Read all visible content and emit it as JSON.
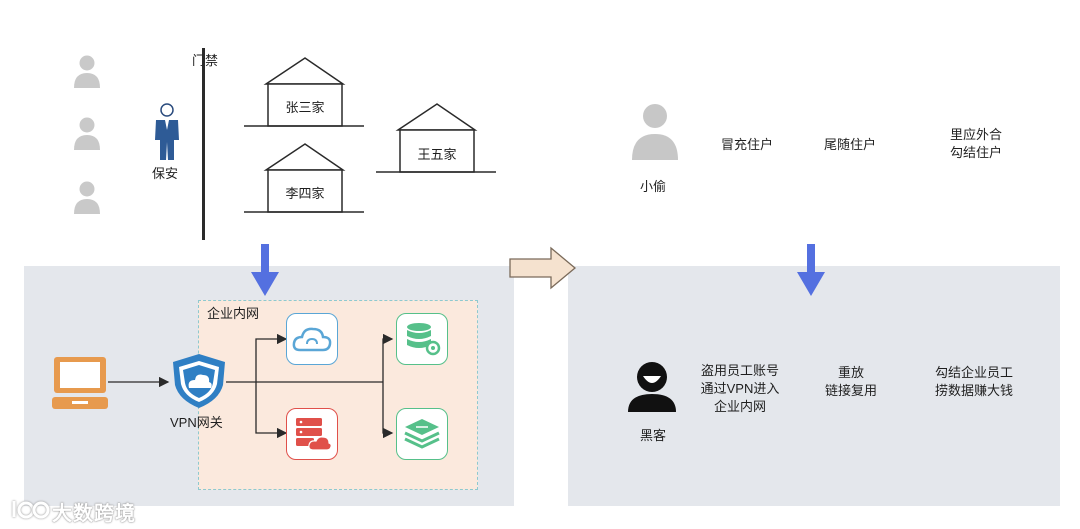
{
  "top": {
    "gate_label": "门禁",
    "guard_label": "保安",
    "houses": [
      "张三家",
      "李四家",
      "王五家"
    ],
    "thief_label": "小偷",
    "methods": [
      "冒充住户",
      "尾随住户",
      "里应外合\n勾结住户"
    ]
  },
  "bottom_left": {
    "zone_label": "企业内网",
    "gateway_label": "VPN网关"
  },
  "bottom_right": {
    "hacker_label": "黑客",
    "methods": [
      "盗用员工账号\n通过VPN进入\n企业内网",
      "重放\n链接复用",
      "勾结企业员工\n捞数据赚大钱"
    ]
  },
  "watermark": "大数跨境",
  "colors": {
    "panel": "#e4e7ec",
    "zone": "#fbe9dd",
    "arrow_blue": "#5470e0",
    "arrow_orange": "#f5e2cf",
    "cloud_blue": "#5aa6d6",
    "server_red": "#e0504a",
    "db_green": "#56c08a",
    "laptop_orange": "#e79a4e"
  }
}
